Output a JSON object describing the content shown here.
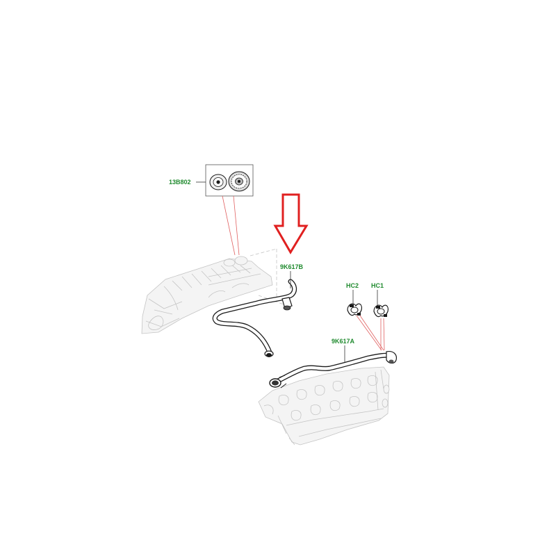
{
  "labels": {
    "cap": "13B802",
    "hose_b": "9K617B",
    "hose_a": "9K617A",
    "clip_2": "HC2",
    "clip_1": "HC1"
  },
  "colors": {
    "label_green": "#1f8a2e",
    "arrow_red": "#e02020",
    "leader_red": "#e06060",
    "ghost_gray": "#c4c4c4",
    "line_dark": "#1a1a1a"
  },
  "icons": {
    "arrow": "down-arrow-icon",
    "cap": "oil-filler-cap-icon",
    "clip": "hose-clip-icon"
  }
}
